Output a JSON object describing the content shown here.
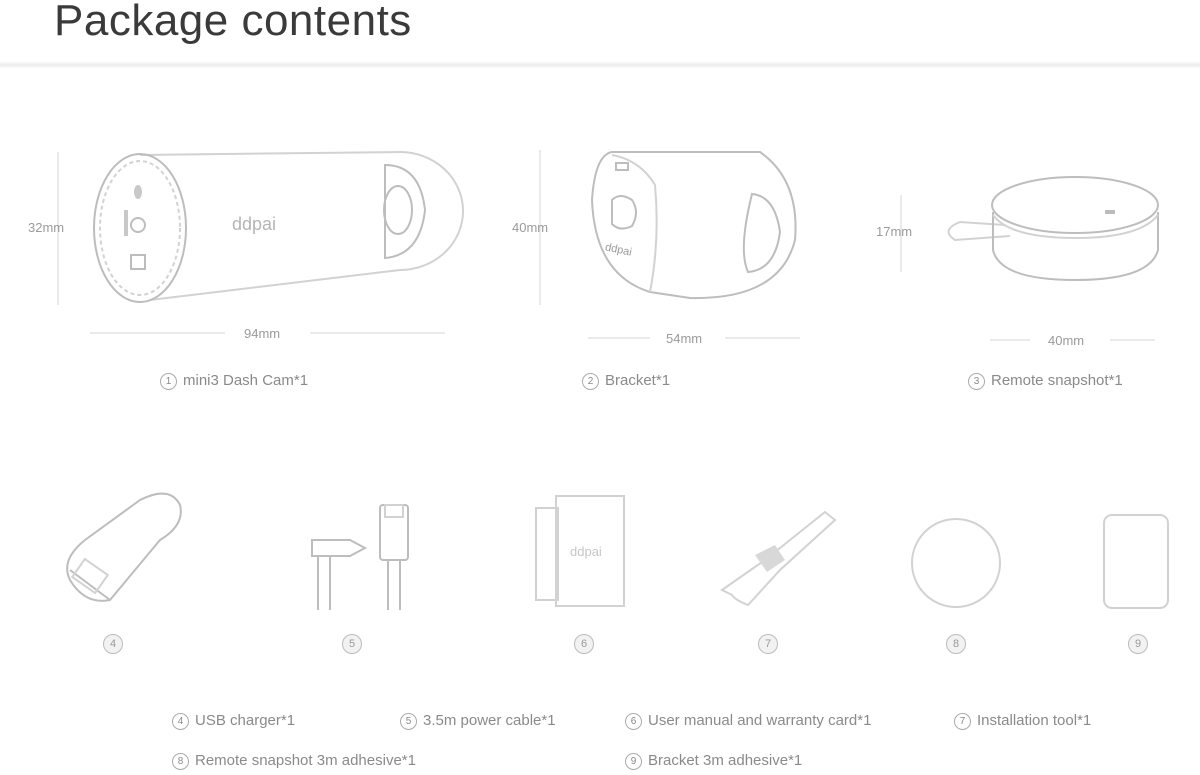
{
  "header": {
    "title": "Package contents"
  },
  "main_items": [
    {
      "number": "1",
      "label": "mini3 Dash Cam*1",
      "height_dim": "32mm",
      "width_dim": "94mm",
      "brand_text": "ddpai",
      "icon": "dash-cam-icon"
    },
    {
      "number": "2",
      "label": "Bracket*1",
      "height_dim": "40mm",
      "width_dim": "54mm",
      "brand_text": "ddpai",
      "icon": "bracket-icon"
    },
    {
      "number": "3",
      "label": "Remote snapshot*1",
      "height_dim": "17mm",
      "width_dim": "40mm",
      "icon": "remote-snapshot-icon"
    }
  ],
  "accessory_items": [
    {
      "number": "4",
      "icon": "usb-charger-icon"
    },
    {
      "number": "5",
      "icon": "power-cable-icon"
    },
    {
      "number": "6",
      "icon": "user-manual-icon",
      "brand_text": "ddpai"
    },
    {
      "number": "7",
      "icon": "installation-tool-icon"
    },
    {
      "number": "8",
      "icon": "round-adhesive-icon"
    },
    {
      "number": "9",
      "icon": "rectangular-adhesive-icon"
    }
  ],
  "legend": [
    {
      "number": "4",
      "label": "USB charger*1"
    },
    {
      "number": "5",
      "label": "3.5m power cable*1"
    },
    {
      "number": "6",
      "label": "User manual and warranty card*1"
    },
    {
      "number": "7",
      "label": "Installation tool*1"
    },
    {
      "number": "8",
      "label": "Remote snapshot 3m adhesive*1"
    },
    {
      "number": "9",
      "label": "Bracket 3m adhesive*1"
    }
  ]
}
